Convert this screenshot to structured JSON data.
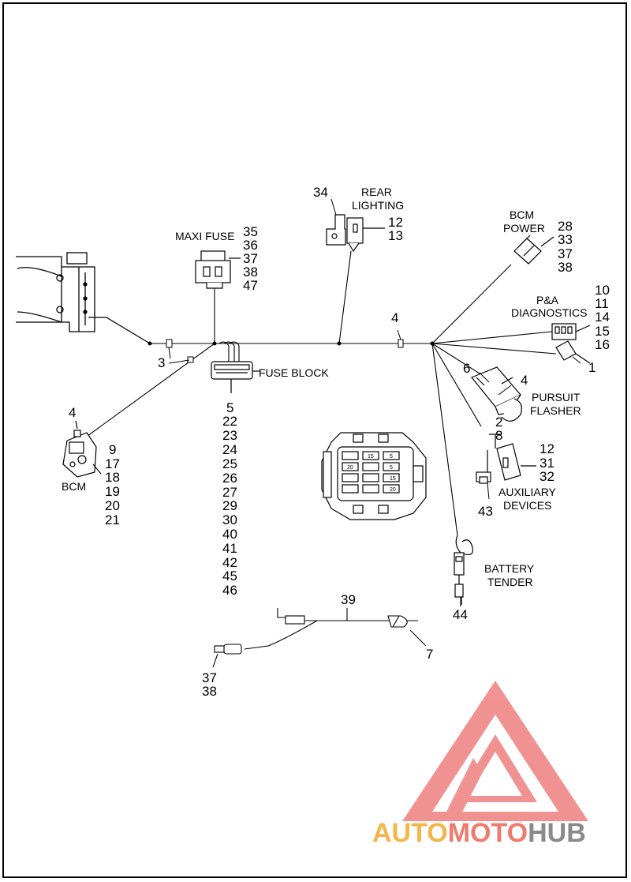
{
  "diagram": {
    "labels": {
      "rear_lighting": [
        "REAR",
        "LIGHTING"
      ],
      "maxi_fuse": "MAXI FUSE",
      "bcm_power": [
        "BCM",
        "POWER"
      ],
      "pa_diagnostics": [
        "P&A",
        "DIAGNOSTICS"
      ],
      "fuse_block": "FUSE BLOCK",
      "pursuit_flasher": [
        "PURSUIT",
        "FLASHER"
      ],
      "bcm": "BCM",
      "auxiliary_devices": [
        "AUXILIARY",
        "DEVICES"
      ],
      "battery_tender": [
        "BATTERY",
        "TENDER"
      ]
    },
    "callouts": {
      "rear_lighting_left": "34",
      "rear_lighting_right": [
        "12",
        "13"
      ],
      "maxi_fuse": [
        "35",
        "36",
        "37",
        "38",
        "47"
      ],
      "bcm_power": [
        "28",
        "33",
        "37",
        "38"
      ],
      "pa_diagnostics": [
        "10",
        "11",
        "14",
        "15",
        "16"
      ],
      "pa_connector": "1",
      "trunk_clip": "4",
      "ground_stud": "3",
      "bcm_top": "4",
      "bcm": [
        "9",
        "17",
        "18",
        "19",
        "20",
        "21"
      ],
      "fuse_block": [
        "5",
        "22",
        "23",
        "24",
        "25",
        "26",
        "27",
        "29",
        "30",
        "40",
        "41",
        "42",
        "45",
        "46"
      ],
      "flasher_left": "6",
      "flasher_right": "4",
      "flasher_lower": [
        "2",
        "8"
      ],
      "auxiliary": [
        "12",
        "31",
        "32"
      ],
      "auxiliary_lower": "43",
      "battery_tender": "44",
      "cable_top": "39",
      "cable_right": "7",
      "cable_left": [
        "37",
        "38"
      ]
    },
    "fuse_detail_labels": [
      "15",
      "5",
      "20",
      "5",
      "15",
      "20"
    ]
  },
  "watermark": {
    "parts": [
      "AUTO",
      "MOTO",
      "HUB"
    ],
    "colors": {
      "auto": "#f4b64a",
      "moto": "#ef7a6e",
      "hub": "#8a8a8a",
      "logo": "#ef8080"
    }
  }
}
